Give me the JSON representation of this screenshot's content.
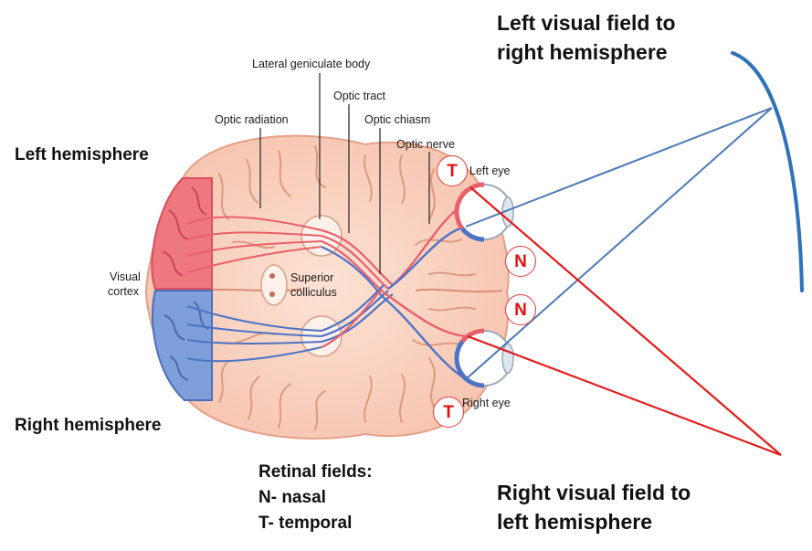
{
  "field_labels": {
    "left_field_line1": "Left visual field to",
    "left_field_line2": "right hemisphere",
    "right_field_line1": "Right visual field to",
    "right_field_line2": "left hemisphere"
  },
  "hemisphere_labels": {
    "left": "Left hemisphere",
    "right": "Right hemisphere"
  },
  "anatomy_labels": {
    "lateral_geniculate_body": "Lateral geniculate body",
    "optic_tract": "Optic tract",
    "optic_radiation": "Optic radiation",
    "optic_chiasm": "Optic chiasm",
    "optic_nerve": "Optic nerve",
    "left_eye": "Left eye",
    "right_eye": "Right eye",
    "visual_cortex_line1": "Visual",
    "visual_cortex_line2": "cortex",
    "superior_colliculus_line1": "Superior",
    "superior_colliculus_line2": "colliculus"
  },
  "retina_badges": {
    "top_temporal": "T",
    "upper_nasal": "N",
    "lower_nasal": "N",
    "bottom_temporal": "T"
  },
  "legend": {
    "title": "Retinal fields:",
    "nasal": "N- nasal",
    "temporal": "T- temporal"
  },
  "colors": {
    "left_field_blue": "#2e72b8",
    "right_field_red": "#e01b1b",
    "brain_pink": "#f9cfbe",
    "cortex_red": "#ee7880",
    "cortex_blue": "#7f9fda"
  }
}
